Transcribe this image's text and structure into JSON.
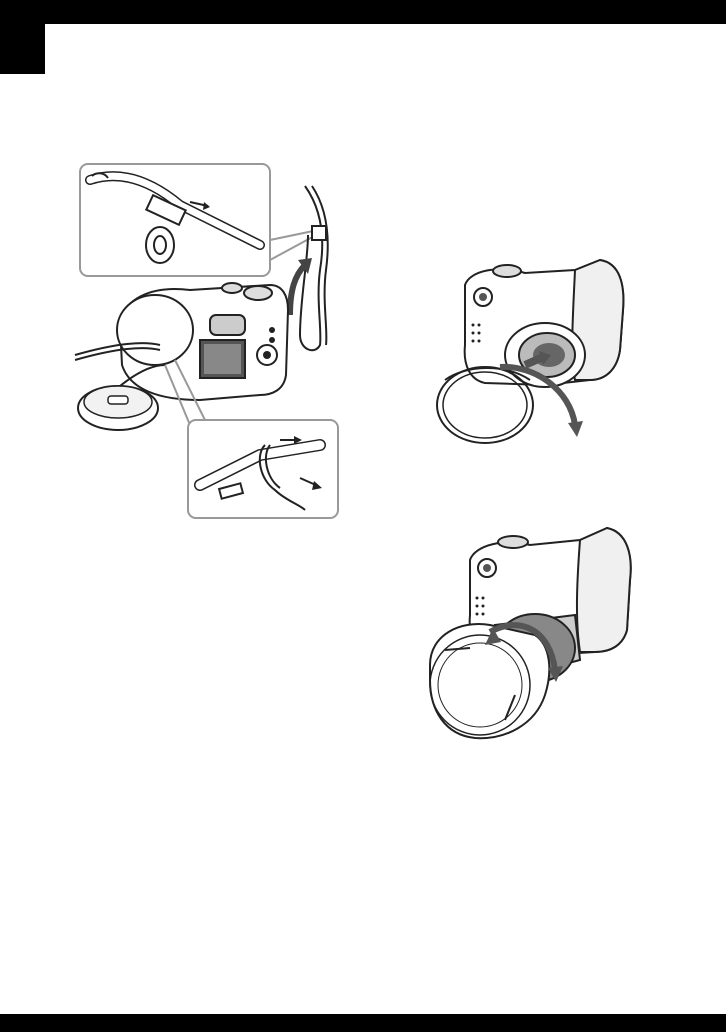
{
  "page": {
    "header_color": "#000000",
    "background": "#ffffff"
  },
  "figures": [
    {
      "name": "strap-lens-cap-illustration",
      "icons": [
        "camera-icon",
        "strap-icon",
        "lens-cap-icon",
        "arrow-icon"
      ]
    },
    {
      "name": "lens-adaptor-ring-illustration",
      "icons": [
        "camera-icon",
        "adaptor-ring-icon",
        "rotate-arrow-icon"
      ]
    },
    {
      "name": "lens-hood-illustration",
      "icons": [
        "camera-icon",
        "lens-hood-icon",
        "rotate-arrow-icon"
      ]
    }
  ]
}
